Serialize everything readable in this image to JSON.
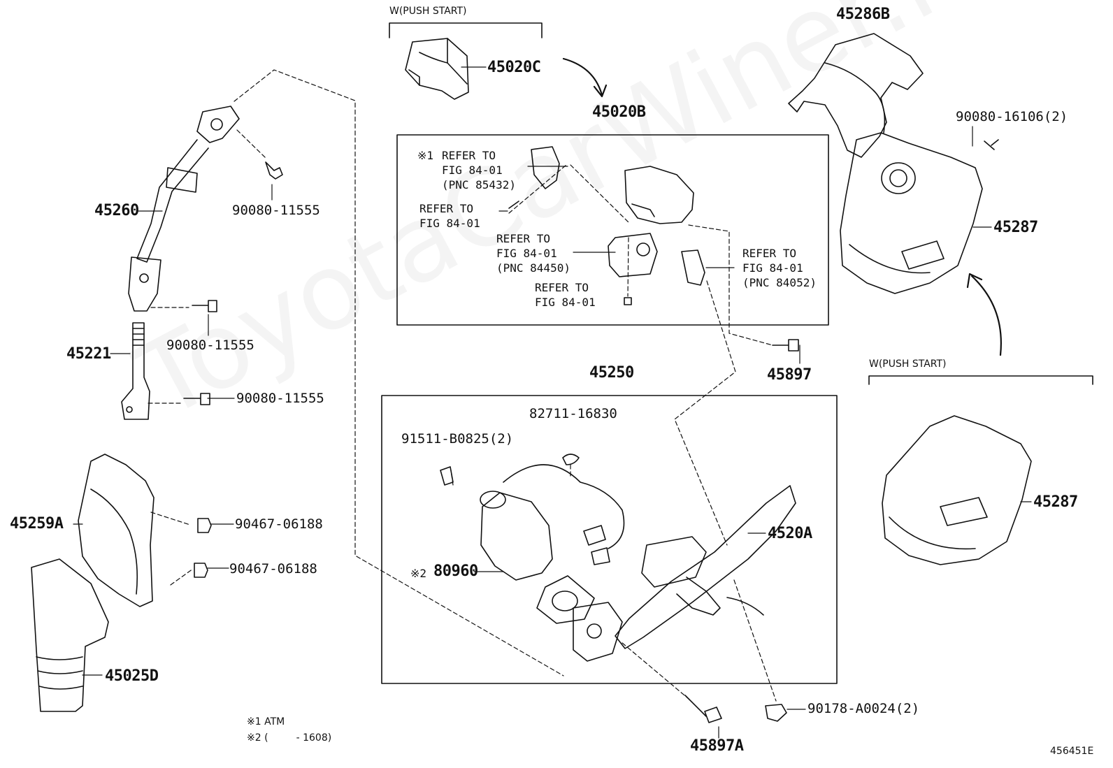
{
  "watermark": "ToyotaCarWiner.ru",
  "figure_number": "456451E",
  "variants": {
    "push_start_top": "W(PUSH START)",
    "push_start_right": "W(PUSH START)"
  },
  "parts": {
    "p45020C": "45020C",
    "p45020B": "45020B",
    "p45286B": "45286B",
    "p45287_upper": "45287",
    "p45287_lower": "45287",
    "p90080_16106": "90080-16106(2)",
    "p45260": "45260",
    "p90080_11555_a": "90080-11555",
    "p90080_11555_b": "90080-11555",
    "p90080_11555_c": "90080-11555",
    "p45221": "45221",
    "p45897": "45897",
    "p45250": "45250",
    "p82711_16830": "82711-16830",
    "p91511_B0825": "91511-B0825(2)",
    "p4520A": "4520A",
    "p80960_mark": "※2",
    "p80960": "80960",
    "p45259A": "45259A",
    "p90467_06188_a": "90467-06188",
    "p90467_06188_b": "90467-06188",
    "p45025D": "45025D",
    "p45897A": "45897A",
    "p90178_A0024": "90178-A0024(2)"
  },
  "refs": {
    "r1_mark": "※1",
    "r1_line1": "REFER TO",
    "r1_line2": "FIG 84-01",
    "r1_line3": "(PNC 85432)",
    "r2_line1": "REFER TO",
    "r2_line2": "FIG 84-01",
    "r3_line1": "REFER TO",
    "r3_line2": "FIG 84-01",
    "r3_line3": "(PNC 84450)",
    "r4_line1": "REFER TO",
    "r4_line2": "FIG 84-01",
    "r5_line1": "REFER TO",
    "r5_line2": "FIG 84-01",
    "r5_line3": "(PNC 84052)"
  },
  "notes": {
    "n1": "※1 ATM",
    "n2": "※2 (         - 1608)"
  }
}
